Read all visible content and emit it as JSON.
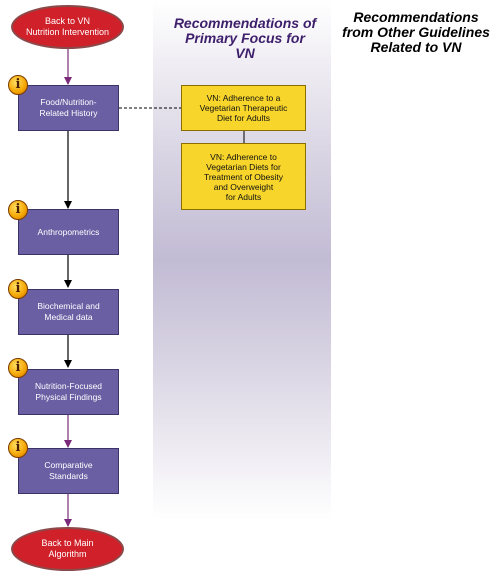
{
  "headers": {
    "primary": [
      "Recommendations of",
      "Primary Focus for",
      "VN"
    ],
    "other": [
      "Recommendations",
      "from Other Guidelines",
      "Related to VN"
    ]
  },
  "terminals": {
    "start": [
      "Back to VN",
      "Nutrition Intervention"
    ],
    "end": [
      "Back to Main",
      "Algorithm"
    ]
  },
  "steps": [
    {
      "lines": [
        "Food/Nutrition-",
        "Related History"
      ]
    },
    {
      "lines": [
        "Anthropometrics"
      ]
    },
    {
      "lines": [
        "Biochemical and",
        "Medical data"
      ]
    },
    {
      "lines": [
        "Nutrition-Focused",
        "Physical Findings"
      ]
    },
    {
      "lines": [
        "Comparative",
        "Standards"
      ]
    }
  ],
  "info_icon": {
    "glyph": "i",
    "icon": "info-icon"
  },
  "recommendations": [
    {
      "lines": [
        "VN: Adherence to a",
        "Vegetarian Therapeutic",
        "Diet for Adults"
      ]
    },
    {
      "lines": [
        "VN: Adherence to",
        "Vegetarian Diets for",
        "Treatment of Obesity",
        "and Overweight",
        "for Adults"
      ]
    }
  ],
  "colors": {
    "terminal_fill": "#d0202a",
    "step_fill": "#6b5fa4",
    "recommendation_fill": "#f7d52b",
    "arrow_black": "#000000",
    "arrow_purple": "#7a2a78",
    "header_primary": "#3d1e6b"
  }
}
